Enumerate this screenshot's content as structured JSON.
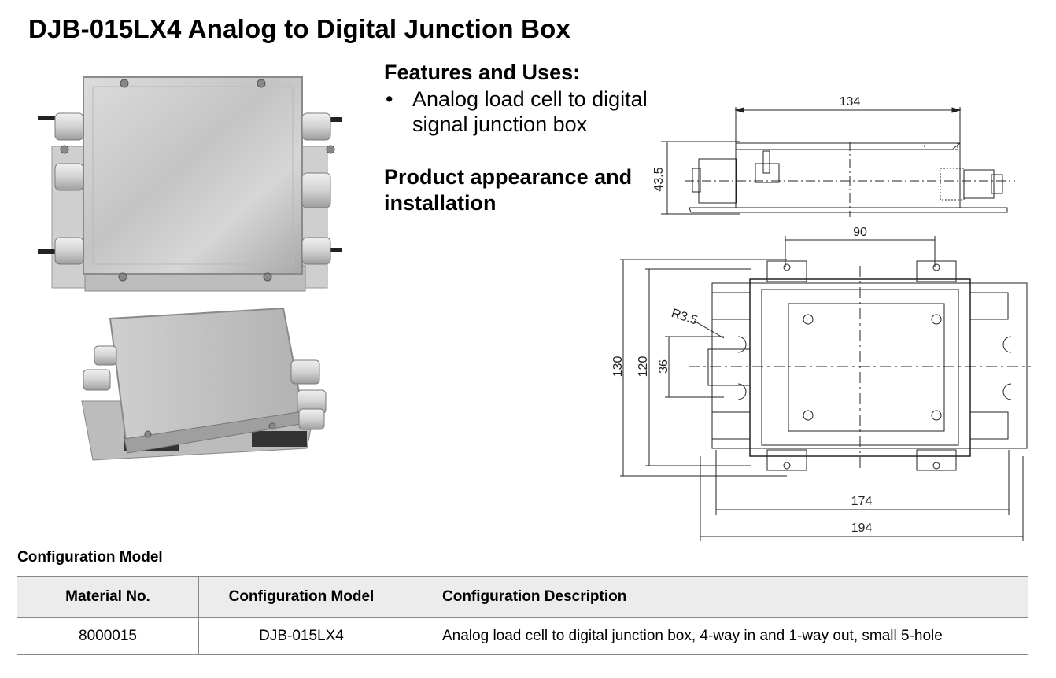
{
  "title": "DJB-015LX4 Analog to Digital Junction Box",
  "features_heading": "Features and Uses:",
  "features": [
    "Analog load cell  to digital signal junction box"
  ],
  "appearance_heading": "Product appearance and installation",
  "drawing": {
    "dim_top_width": "134",
    "dim_side_height": "43.5",
    "dim_hole_spacing": "90",
    "dim_radius": "R3.5",
    "dim_overall_height": "130",
    "dim_inner_height": "120",
    "dim_slot": "36",
    "dim_inner_width": "174",
    "dim_overall_width": "194"
  },
  "configuration": {
    "label": "Configuration Model",
    "columns": [
      "Material No.",
      "Configuration Model",
      "Configuration Description"
    ],
    "rows": [
      [
        "8000015",
        "DJB-015LX4",
        "Analog load cell to digital junction box, 4-way in and  1-way out, small 5-hole"
      ]
    ]
  }
}
